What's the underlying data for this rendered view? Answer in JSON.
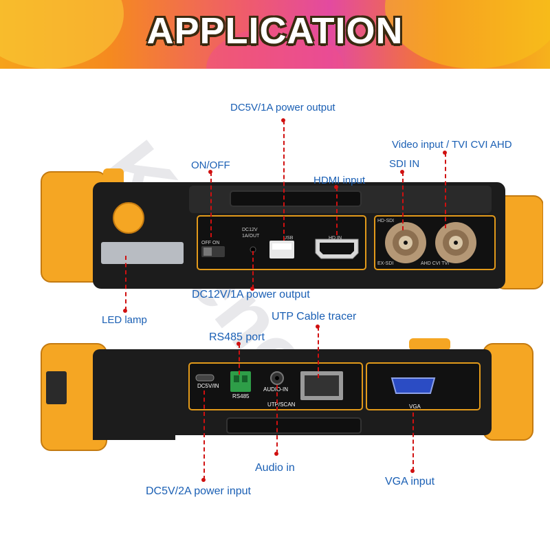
{
  "banner": {
    "title": "APPLICATION"
  },
  "watermark": "Kitteno®",
  "top_device": {
    "callouts": {
      "dc5v_usb": "DC5V/1A power output",
      "video_input": "Video input / TVI CVI AHD",
      "on_off": "ON/OFF",
      "sdi_in": "SDI IN",
      "hdmi_input": "HDMI input",
      "dc12v": "DC12V/1A power output",
      "led_lamp": "LED lamp"
    },
    "port_labels": {
      "off_on": "OFF ON",
      "dc12v_out": "DC12V\n1A/OUT",
      "usb": "USB",
      "hd_in": "HD IN",
      "hd_sdi": "HD-SDI",
      "ex_sdi": "EX-SDI",
      "ahd_cvi_tvi": "AHD CVI TVI"
    }
  },
  "bottom_device": {
    "callouts": {
      "utp_tracer": "UTP Cable tracer",
      "rs485_port": "RS485 port",
      "audio_in": "Audio in",
      "vga_input": "VGA input",
      "dc5v_2a": "DC5V/2A power input"
    },
    "port_labels": {
      "dc5v_in": "DC5V/IN",
      "rs485": "RS485",
      "audio_in": "AUDIO-IN",
      "utp_scan": "UTP/SCAN",
      "vga": "VGA"
    }
  },
  "colors": {
    "accent": "#f5a623",
    "callout_line": "#d01010",
    "label": "#1a5fb4",
    "body": "#1c1c1c"
  }
}
